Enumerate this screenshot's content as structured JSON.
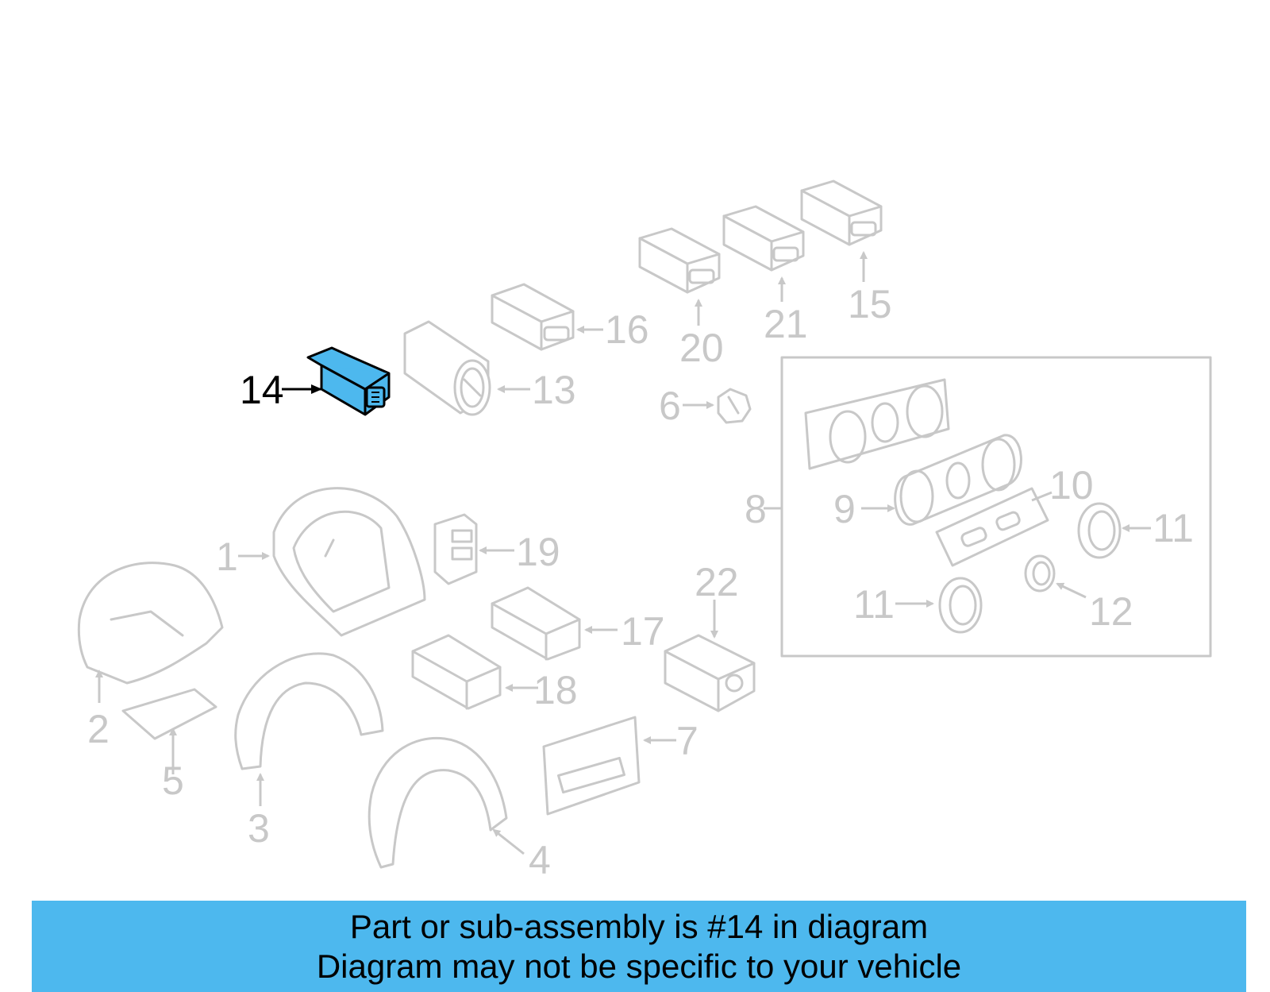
{
  "colors": {
    "highlight": "#4db8ee",
    "banner": "#4db8ee",
    "parts": "#c8c8c8",
    "highlight_label": "#000000"
  },
  "callouts": {
    "c1": "1",
    "c2": "2",
    "c3": "3",
    "c4": "4",
    "c5": "5",
    "c6": "6",
    "c7": "7",
    "c8": "8",
    "c9": "9",
    "c10": "10",
    "c11a": "11",
    "c11b": "11",
    "c12": "12",
    "c13": "13",
    "c14": "14",
    "c15": "15",
    "c16": "16",
    "c17": "17",
    "c18": "18",
    "c19": "19",
    "c20": "20",
    "c21": "21",
    "c22": "22"
  },
  "highlighted_part": "14",
  "banner": {
    "line1": "Part or sub-assembly is #14 in diagram",
    "line2": "Diagram may not be specific to your vehicle"
  }
}
